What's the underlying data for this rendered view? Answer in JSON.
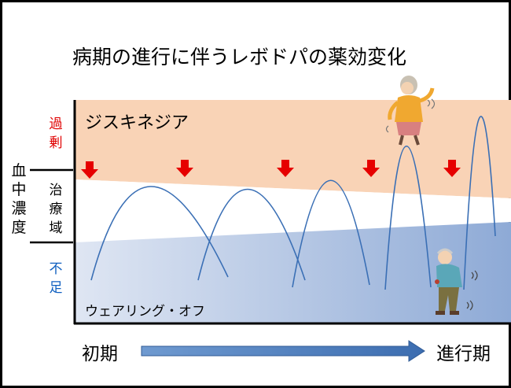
{
  "title": "病期の進行に伴うレボドパの薬効変化",
  "zones": {
    "dyskinesia": "ジスキネジア",
    "wearing_off": "ウェアリング・オフ"
  },
  "y_axis": {
    "label": "血中濃度",
    "excess": "過剰",
    "therapeutic": "治療域",
    "insufficient": "不足"
  },
  "x_axis": {
    "start": "初期",
    "end": "進行期"
  },
  "colors": {
    "dyskinesia_zone": "#f9d3b6",
    "wearing_off_zone": "#a9bee0",
    "curve": "#3a6fb5",
    "down_arrow": "#e60000",
    "progress_arrow": "#4a7cc0",
    "excess_text": "#e00000",
    "insufficient_text": "#1060c0"
  },
  "icons": [
    "down-arrow-icon",
    "dyskinetic-patient-figure",
    "tremor-patient-figure",
    "progression-arrow-icon"
  ]
}
